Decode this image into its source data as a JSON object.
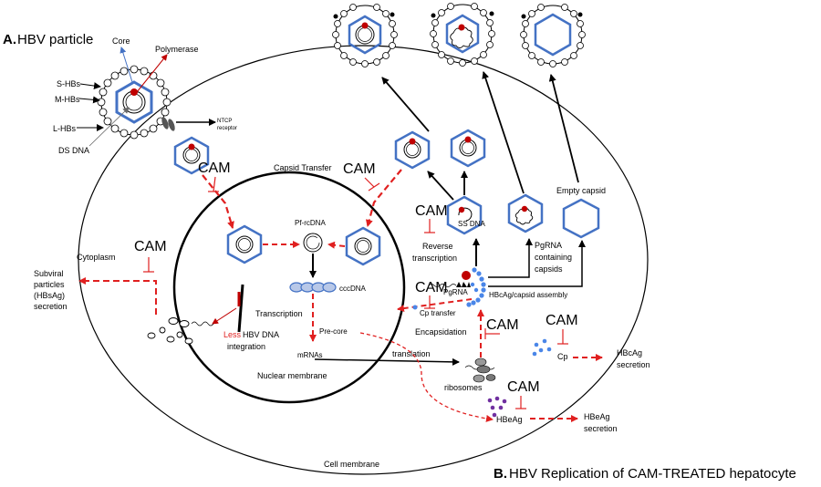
{
  "section_a_title": "HBV particle",
  "section_a_prefix": "A.",
  "section_b_title": "HBV Replication of CAM-TREATED hepatocyte",
  "section_b_prefix": "B.",
  "particle_labels": {
    "core": "Core",
    "polymerase": "Polymerase",
    "s_hbs": "S-HBs",
    "m_hbs": "M-HBs",
    "l_hbs": "L-HBs",
    "ds_dna": "DS DNA",
    "ntcp_line1": "NTCP",
    "ntcp_line2": "receptor"
  },
  "cam_label": "CAM",
  "labels": {
    "capsid_transfer": "Capsid Transfer",
    "cytoplasm": "Cytoplasm",
    "subviral_1": "Subviral",
    "subviral_2": "particles",
    "subviral_3": "(HBsAg)",
    "subviral_4": "secretion",
    "pf_rcdna": "Pf-rcDNA",
    "cccdna": "cccDNA",
    "transcription": "Transcription",
    "less": "Less",
    "hbv_dna": "HBV DNA",
    "integration": "integration",
    "pre_core": "Pre-core",
    "mrnas": "mRNAs",
    "nuclear_membrane": "Nuclear membrane",
    "translation": "translation",
    "ribosomes": "ribosomes",
    "hbeag": "HBeAg",
    "hbeag_sec_1": "HBeAg",
    "hbeag_sec_2": "secretion",
    "cp": "Cp",
    "hbcag_sec_1": "HBcAg",
    "hbcag_sec_2": "secretion",
    "encapsidation": "Encapsidation",
    "cp_transfer": "Cp transfer",
    "pgrna": "PgRNA",
    "hbcag_assembly": "HBcAg/capsid assembly",
    "reverse_1": "Reverse",
    "reverse_2": "transcription",
    "ss_dna": "SS DNA",
    "pgrna_caps_1": "PgRNA",
    "pgrna_caps_2": "containing",
    "pgrna_caps_3": "capsids",
    "empty_capsid": "Empty capsid",
    "cell_membrane": "Cell membrane"
  },
  "colors": {
    "capsid_blue": "#4472c4",
    "inhibit_red": "#e02020",
    "polymerase_red": "#c00000",
    "cp_blue": "#4a86e8",
    "hbeag_purple": "#7030a0"
  }
}
